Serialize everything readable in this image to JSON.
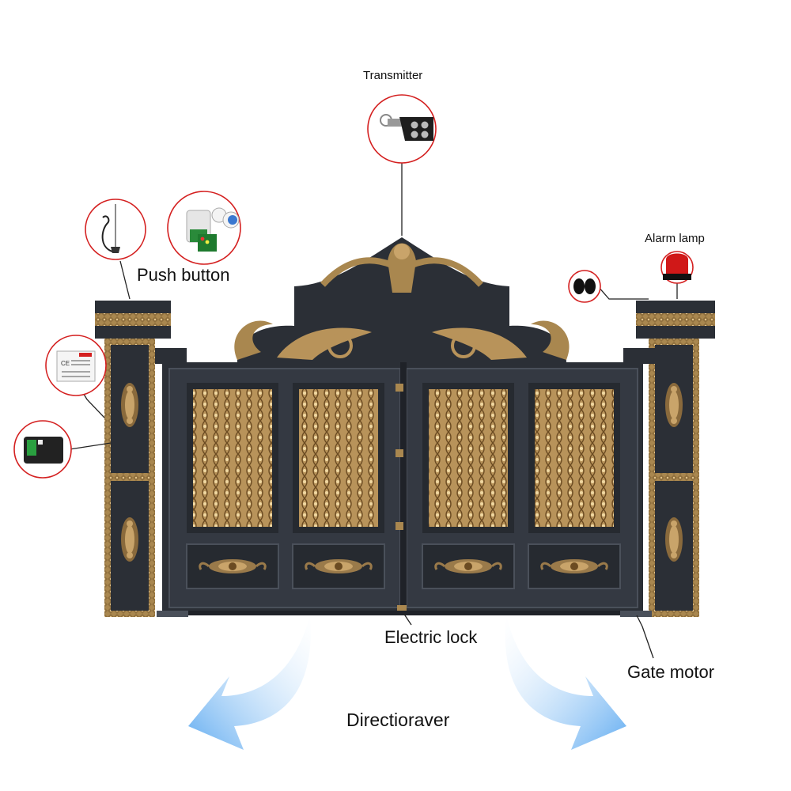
{
  "labels": {
    "transmitter": "Transmitter",
    "push_button": "Push button",
    "alarm_lamp": "Alarm lamp",
    "electric_lock": "Electric lock",
    "gate_motor": "Gate motor",
    "direction": "Directioraver"
  },
  "colors": {
    "gate_dark": "#2b2f36",
    "gate_frame": "#3a3f48",
    "bronze": "#9a7a4a",
    "bronze_light": "#c9a46a",
    "callout_ring": "#d42020",
    "arrow_blue": "#6fb6f5",
    "lamp_red": "#d01818"
  },
  "icons": [
    "remote-icon",
    "antenna-icon",
    "keypad-icon",
    "receiver-board-icon",
    "junction-box-icon",
    "photocell-icon",
    "alarm-lamp-icon",
    "open-arrow-icon"
  ]
}
